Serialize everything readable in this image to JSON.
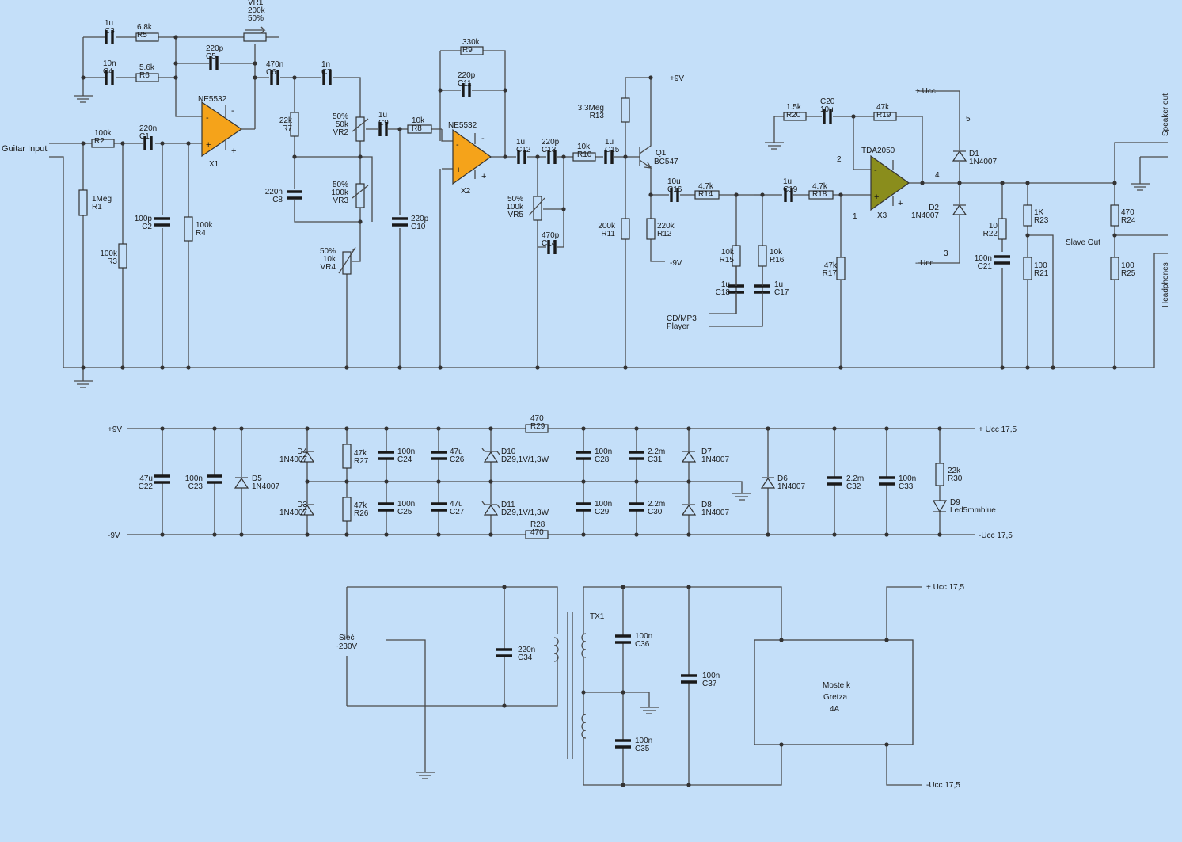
{
  "labels": {
    "guitar_input": "Guitar Input",
    "cd_mp3": "CD/MP3",
    "player": "Player",
    "slave_out": "Slave Out",
    "speaker_out": "Speaker out",
    "headphones": "Headphones",
    "plus9v": "+9V",
    "minus9v": "-9V",
    "ucc_plus": "+ Ucc",
    "ucc_minus": "- Ucc",
    "ucc_plus_175": "+ Ucc 17,5",
    "ucc_minus_175": "-Ucc 17,5",
    "siec": "Sieć",
    "siec_v": "~230V",
    "tx1": "TX1",
    "bridge_l1": "Moste k",
    "bridge_l2": "Gretza",
    "bridge_l3": "4A"
  },
  "ics": {
    "x1_name": "NE5532",
    "x1_ref": "X1",
    "x2_name": "NE5532",
    "x2_ref": "X2",
    "x3_name": "TDA2050",
    "x3_ref": "X3",
    "q1_ref": "Q1",
    "q1_name": "BC547",
    "pin1": "1",
    "pin2": "2",
    "pin3": "3",
    "pin4": "4",
    "pin5": "5",
    "minus": "-",
    "plus": "+"
  },
  "parts": {
    "C3": [
      "1u",
      "C3"
    ],
    "R5": [
      "6.8k",
      "R5"
    ],
    "VR1": [
      "VR1",
      "200k",
      "50%"
    ],
    "C4": [
      "10n",
      "C4"
    ],
    "R6": [
      "5.6k",
      "R6"
    ],
    "C5": [
      "220p",
      "C5"
    ],
    "C6": [
      "470n",
      "C6"
    ],
    "C7": [
      "1n",
      "C7"
    ],
    "R7": [
      "22k",
      "R7"
    ],
    "C8": [
      "220n",
      "C8"
    ],
    "VR2": [
      "50%",
      "50k",
      "VR2"
    ],
    "VR3": [
      "50%",
      "100k",
      "VR3"
    ],
    "VR4": [
      "50%",
      "10k",
      "VR4"
    ],
    "C9": [
      "1u",
      "C9"
    ],
    "R8": [
      "10k",
      "R8"
    ],
    "C10": [
      "220p",
      "C10"
    ],
    "R2": [
      "100k",
      "R2"
    ],
    "C1": [
      "220n",
      "C1"
    ],
    "R1": [
      "1Meg",
      "R1"
    ],
    "R3": [
      "100k",
      "R3"
    ],
    "C2": [
      "100p",
      "C2"
    ],
    "R4": [
      "100k",
      "R4"
    ],
    "R9": [
      "330k",
      "R9"
    ],
    "C11": [
      "220p",
      "C11"
    ],
    "C12": [
      "1u",
      "C12"
    ],
    "C13": [
      "220p",
      "C13"
    ],
    "R10": [
      "10k",
      "R10"
    ],
    "C15": [
      "1u",
      "C15"
    ],
    "VR5": [
      "50%",
      "100k",
      "VR5"
    ],
    "C14": [
      "470p",
      "C14"
    ],
    "R13": [
      "3.3Meg",
      "R13"
    ],
    "R11": [
      "200k",
      "R11"
    ],
    "R12": [
      "220k",
      "R12"
    ],
    "C16": [
      "10u",
      "C16"
    ],
    "R14": [
      "4.7k",
      "R14"
    ],
    "R15": [
      "10k",
      "R15"
    ],
    "C18": [
      "1u",
      "C18"
    ],
    "C19": [
      "1u",
      "C19"
    ],
    "R16": [
      "10k",
      "R16"
    ],
    "C17": [
      "1u",
      "C17"
    ],
    "R18": [
      "4.7k",
      "R18"
    ],
    "R17": [
      "47k",
      "R17"
    ],
    "R20": [
      "1.5k",
      "R20"
    ],
    "C20": [
      "C20",
      "10u"
    ],
    "R19": [
      "47k",
      "R19"
    ],
    "D1": [
      "D1",
      "1N4007"
    ],
    "D2": [
      "D2",
      "1N4007"
    ],
    "R22": [
      "10",
      "R22"
    ],
    "C21": [
      "100n",
      "C21"
    ],
    "R23": [
      "1K",
      "R23"
    ],
    "R21": [
      "100",
      "R21"
    ],
    "R24": [
      "470",
      "R24"
    ],
    "R25": [
      "100",
      "R25"
    ],
    "C22": [
      "47u",
      "C22"
    ],
    "C23": [
      "100n",
      "C23"
    ],
    "D5": [
      "D5",
      "1N4007"
    ],
    "D4": [
      "D4",
      "1N4007"
    ],
    "D3": [
      "D3",
      "1N4007"
    ],
    "R27": [
      "47k",
      "R27"
    ],
    "R26": [
      "47k",
      "R26"
    ],
    "C24": [
      "100n",
      "C24"
    ],
    "C25": [
      "100n",
      "C25"
    ],
    "C26": [
      "47u",
      "C26"
    ],
    "C27": [
      "47u",
      "C27"
    ],
    "D10": [
      "D10",
      "DZ9,1V/1,3W"
    ],
    "D11": [
      "D11",
      "DZ9,1V/1,3W"
    ],
    "R29": [
      "470",
      "R29"
    ],
    "R28": [
      "R28",
      "470"
    ],
    "C28": [
      "100n",
      "C28"
    ],
    "C29": [
      "100n",
      "C29"
    ],
    "C31": [
      "2.2m",
      "C31"
    ],
    "C30": [
      "2.2m",
      "C30"
    ],
    "D7": [
      "D7",
      "1N4007"
    ],
    "D8": [
      "D8",
      "1N4007"
    ],
    "D6": [
      "D6",
      "1N4007"
    ],
    "C32": [
      "2.2m",
      "C32"
    ],
    "C33": [
      "100n",
      "C33"
    ],
    "R30": [
      "22k",
      "R30"
    ],
    "D9": [
      "D9",
      "Led5mmblue"
    ],
    "C34": [
      "220n",
      "C34"
    ],
    "C36": [
      "100n",
      "C36"
    ],
    "C35": [
      "100n",
      "C35"
    ],
    "C37": [
      "100n",
      "C37"
    ]
  }
}
